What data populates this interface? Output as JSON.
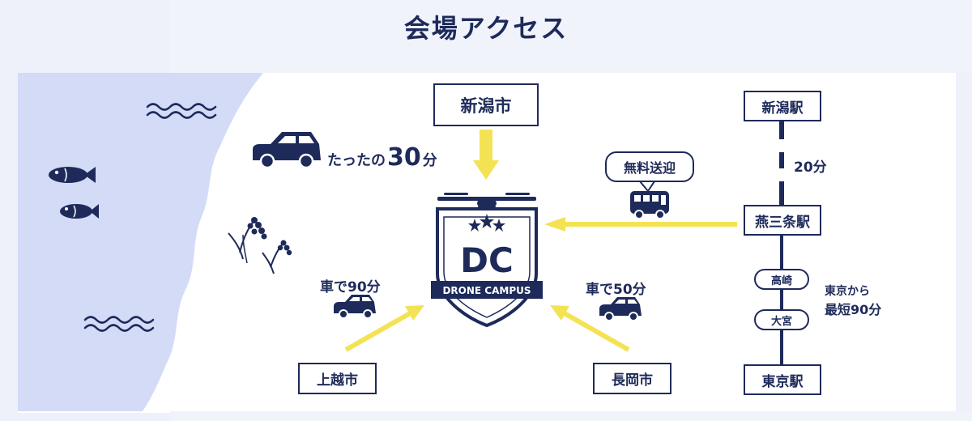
{
  "title": "会場アクセス",
  "logo": {
    "monogram": "DC",
    "name": "DRONE CAMPUS"
  },
  "cities": {
    "niigata_city": "新潟市",
    "joetsu_city": "上越市",
    "nagaoka_city": "長岡市"
  },
  "car_routes": {
    "niigata_prefix": "たったの",
    "niigata_minutes": "30",
    "niigata_unit": "分",
    "joetsu": "車で90分",
    "nagaoka": "車で50分"
  },
  "shuttle": {
    "label": "無料送迎"
  },
  "rail": {
    "niigata_station": "新潟駅",
    "tsubame_sanjo_station": "燕三条駅",
    "tokyo_station": "東京駅",
    "niigata_to_tsubame_time": "20分",
    "via_stops": [
      "高崎",
      "大宮"
    ],
    "tokyo_note_line1": "東京から",
    "tokyo_note_line2": "最短90分"
  },
  "colors": {
    "navy": "#1e2a5a",
    "sea": "#d3dbf7",
    "arrow_yellow": "#f3e354",
    "page_bg": "#eef0fa"
  }
}
